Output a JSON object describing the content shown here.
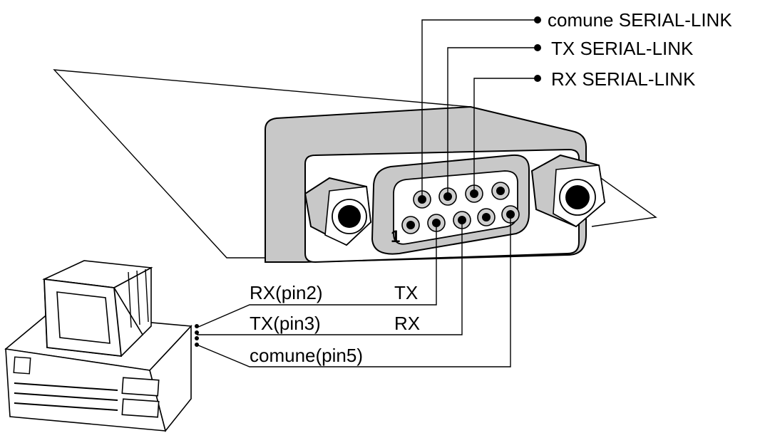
{
  "top_labels": {
    "comune": "comune SERIAL-LINK",
    "tx": "TX SERIAL-LINK",
    "rx": "RX SERIAL-LINK"
  },
  "pc_labels": {
    "rx_pin2": "RX(pin2)",
    "tx_pin3": "TX(pin3)",
    "comune_pin5": "comune(pin5)"
  },
  "connector_labels": {
    "tx": "TX",
    "rx": "RX"
  },
  "pin_one": "1",
  "colors": {
    "line": "#000000",
    "housing": "#c8c8c8",
    "pin_ring": "#cfcfcf",
    "background": "#ffffff"
  }
}
